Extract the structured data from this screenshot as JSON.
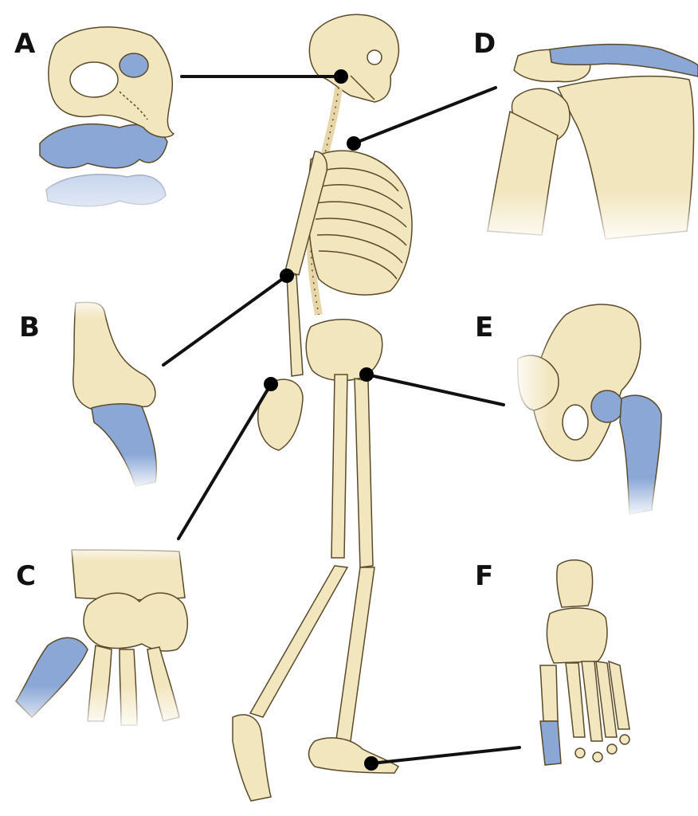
{
  "labels": {
    "a": "A",
    "b": "B",
    "c": "C",
    "d": "D",
    "e": "E",
    "f": "F"
  },
  "colors": {
    "bone": "#f2e6bf",
    "bone_outline": "#5a4a2a",
    "cartilage": "#8aa7d6",
    "leader_line": "#111111",
    "marker": "#000000",
    "background": "#ffffff"
  },
  "icons": {
    "a": "atlas-vertebra-icon",
    "b": "elbow-joint-icon",
    "c": "wrist-joint-icon",
    "d": "shoulder-joint-icon",
    "e": "hip-joint-icon",
    "f": "foot-bones-icon",
    "center": "skeleton-side-view-icon"
  }
}
